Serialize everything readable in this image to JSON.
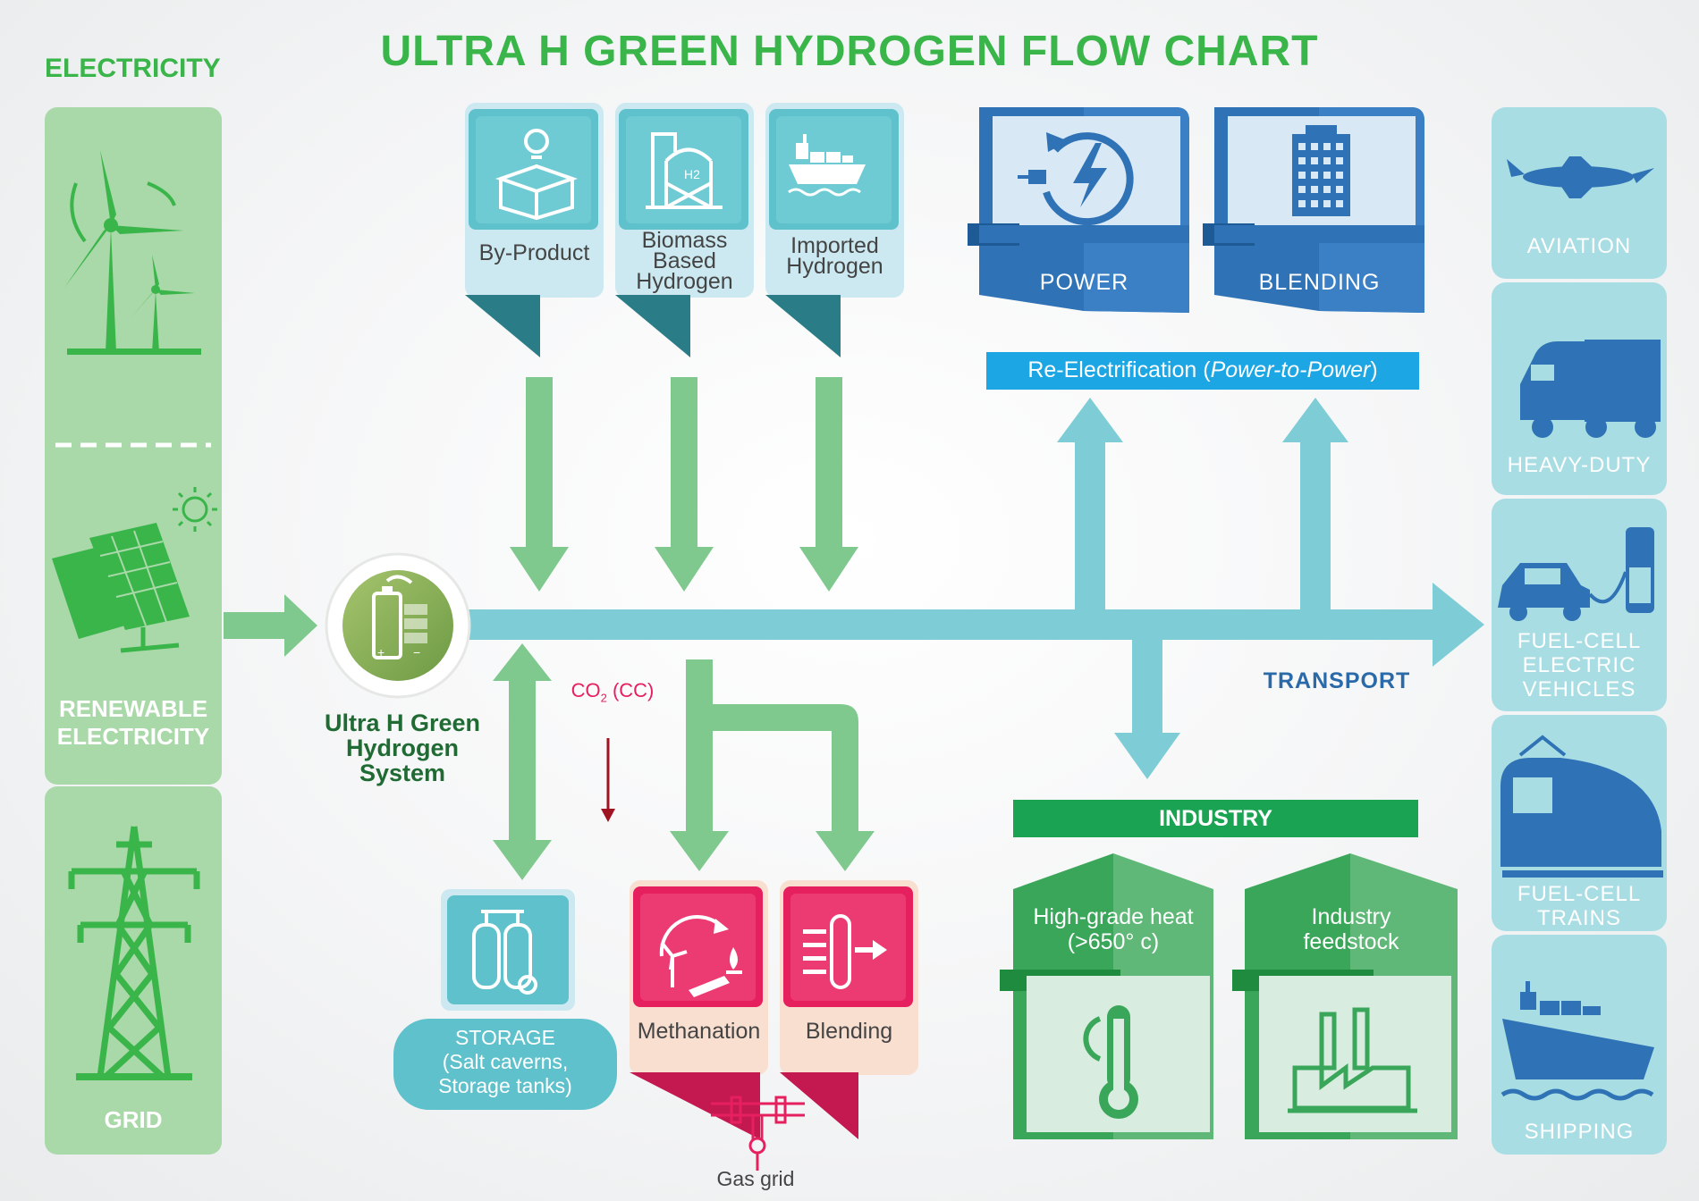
{
  "title": "ULTRA H GREEN HYDROGEN FLOW CHART",
  "electricity": {
    "heading": "ELECTRICITY",
    "renewable_label": "RENEWABLE\nELECTRICITY",
    "grid_label": "GRID"
  },
  "system": {
    "label": "Ultra H Green\nHydrogen\nSystem"
  },
  "sources": [
    {
      "label": "By-Product",
      "icon": "box-lightbulb-icon"
    },
    {
      "label": "Biomass\nBased\nHydrogen",
      "icon": "biomass-plant-icon"
    },
    {
      "label": "Imported\nHydrogen",
      "icon": "cargo-ship-icon"
    }
  ],
  "re_electrification": {
    "boxes": [
      {
        "label": "POWER",
        "icon": "power-plug-icon"
      },
      {
        "label": "BLENDING",
        "icon": "building-icon"
      }
    ],
    "banner_prefix": "Re-Electrification (",
    "banner_italic": "Power-to-Power",
    "banner_suffix": ")"
  },
  "transport": {
    "label": "TRANSPORT",
    "items": [
      {
        "label": "AVIATION",
        "icon": "airplane-icon"
      },
      {
        "label": "HEAVY-DUTY",
        "icon": "truck-icon"
      },
      {
        "label": "FUEL-CELL\nELECTRIC\nVEHICLES",
        "icon": "electric-car-icon"
      },
      {
        "label": "FUEL-CELL\nTRAINS",
        "icon": "train-icon"
      },
      {
        "label": "SHIPPING",
        "icon": "ship-icon"
      }
    ]
  },
  "industry": {
    "header": "INDUSTRY",
    "boxes": [
      {
        "label": "High-grade heat\n(>650° c)",
        "icon": "thermometer-icon"
      },
      {
        "label": "Industry\nfeedstock",
        "icon": "factory-icon"
      }
    ]
  },
  "storage": {
    "label": "STORAGE\n(Salt caverns,\nStorage tanks)",
    "icon": "gas-cylinders-icon"
  },
  "co2": {
    "label_pre": "CO",
    "label_sub": "2",
    "label_post": " (CC)"
  },
  "gas_grid": {
    "boxes": [
      {
        "label": "Methanation",
        "icon": "methanation-icon"
      },
      {
        "label": "Blending",
        "icon": "blending-icon"
      }
    ],
    "label": "Gas grid"
  },
  "colors": {
    "green": "#3ab54a",
    "light_green": "#7fc98e",
    "teal": "#7ecdd6",
    "blue": "#2f72b5",
    "pink": "#e6205f",
    "industry_green": "#3aa65a"
  }
}
